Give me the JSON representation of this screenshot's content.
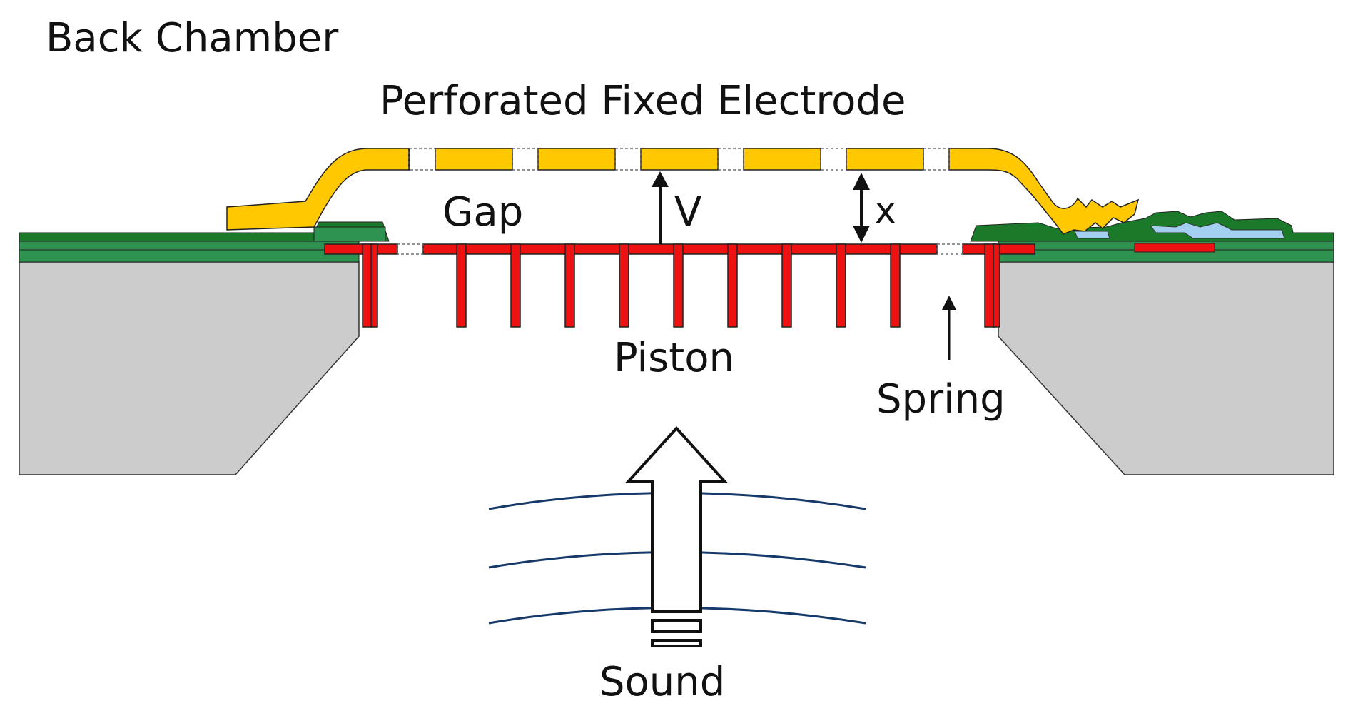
{
  "labels": {
    "back_chamber": "Back Chamber",
    "electrode": "Perforated Fixed Electrode",
    "gap": "Gap",
    "voltage": "V",
    "displacement": "x",
    "piston": "Piston",
    "spring": "Spring",
    "sound": "Sound"
  },
  "colors": {
    "electrode": "#ffc800",
    "membrane": "#ee1111",
    "dielectric_dark": "#1a7a2a",
    "dielectric_mid": "#2e9350",
    "substrate": "#cccccc",
    "metal_pad": "#a3cff0",
    "sound_wave": "#15396b",
    "outline": "#111111"
  }
}
